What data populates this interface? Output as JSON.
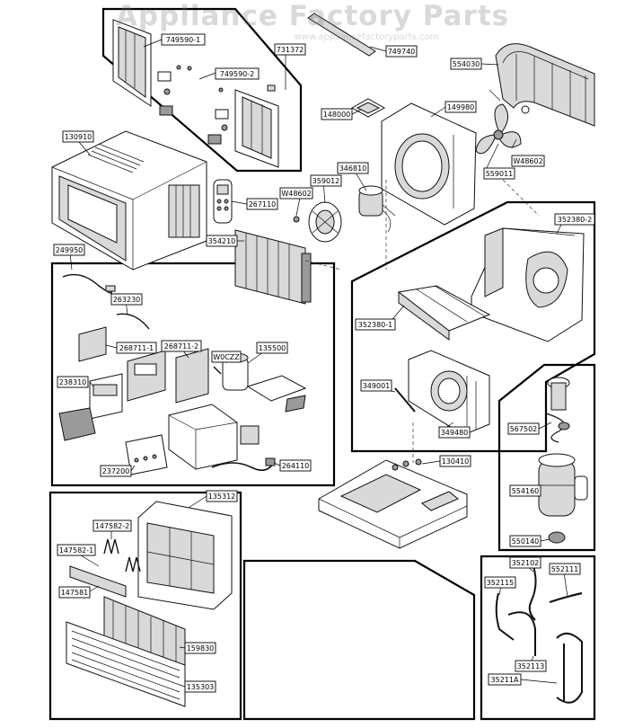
{
  "watermark": {
    "title": "Appliance Factory Parts",
    "url": "www.appliancefactoryparts.com"
  },
  "parts": [
    {
      "id": "p749590-1",
      "label": "749590-1"
    },
    {
      "id": "p731372",
      "label": "731372"
    },
    {
      "id": "p749590-2",
      "label": "749590-2"
    },
    {
      "id": "p749740",
      "label": "749740"
    },
    {
      "id": "p554030",
      "label": "554030"
    },
    {
      "id": "p148000",
      "label": "148000"
    },
    {
      "id": "p149980",
      "label": "149980"
    },
    {
      "id": "p130910",
      "label": "130910"
    },
    {
      "id": "p346810",
      "label": "346810"
    },
    {
      "id": "p359012",
      "label": "359012"
    },
    {
      "id": "pw48602a",
      "label": "W48602"
    },
    {
      "id": "pw48602b",
      "label": "W48602"
    },
    {
      "id": "p559011",
      "label": "559011"
    },
    {
      "id": "p267110",
      "label": "267110"
    },
    {
      "id": "p354210",
      "label": "354210"
    },
    {
      "id": "p352380-2",
      "label": "352380-2"
    },
    {
      "id": "p249950",
      "label": "249950"
    },
    {
      "id": "p263230",
      "label": "263230"
    },
    {
      "id": "p352380-1",
      "label": "352380-1"
    },
    {
      "id": "p268711-1",
      "label": "268711-1"
    },
    {
      "id": "p268711-2",
      "label": "268711-2"
    },
    {
      "id": "pw0czz",
      "label": "W0CZZ"
    },
    {
      "id": "p135500",
      "label": "135500"
    },
    {
      "id": "p238310",
      "label": "238310"
    },
    {
      "id": "p349001",
      "label": "349001"
    },
    {
      "id": "p349480",
      "label": "349480"
    },
    {
      "id": "p567502",
      "label": "567502"
    },
    {
      "id": "p264110",
      "label": "264110"
    },
    {
      "id": "p130410",
      "label": "130410"
    },
    {
      "id": "p237200",
      "label": "237200"
    },
    {
      "id": "p554160",
      "label": "554160"
    },
    {
      "id": "p550140",
      "label": "550140"
    },
    {
      "id": "p135312",
      "label": "135312"
    },
    {
      "id": "p147582-2",
      "label": "147582-2"
    },
    {
      "id": "p147582-1",
      "label": "147582-1"
    },
    {
      "id": "p147581",
      "label": "147581"
    },
    {
      "id": "p352102",
      "label": "352102"
    },
    {
      "id": "p552111",
      "label": "552111"
    },
    {
      "id": "p352115",
      "label": "352115"
    },
    {
      "id": "p159830",
      "label": "159830"
    },
    {
      "id": "p352113",
      "label": "352113"
    },
    {
      "id": "p35211a",
      "label": "35211A"
    },
    {
      "id": "p135303",
      "label": "135303"
    }
  ]
}
